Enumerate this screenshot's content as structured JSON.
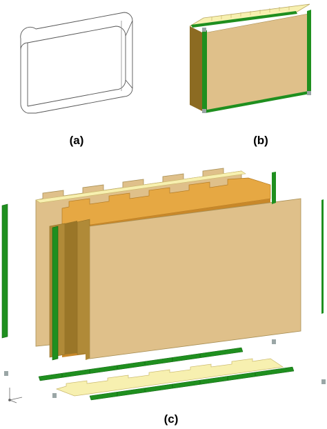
{
  "captions": {
    "a": "(a)",
    "b": "(b)",
    "c": "(c)"
  },
  "colors": {
    "cardboard_face": "#dfc08a",
    "cardboard_side": "#b08a38",
    "cardboard_dark": "#8c6b22",
    "orange_core": "#e6a843",
    "orange_side": "#c8882a",
    "cream_top": "#f7f0b0",
    "cream_edge": "#e3d88a",
    "green_strip": "#1f8f1f",
    "green_dark": "#136613",
    "clip_gray": "#9aa6a6",
    "wire_line": "#555555"
  },
  "icons": {
    "axis_triad": "xyz-axis-icon"
  }
}
